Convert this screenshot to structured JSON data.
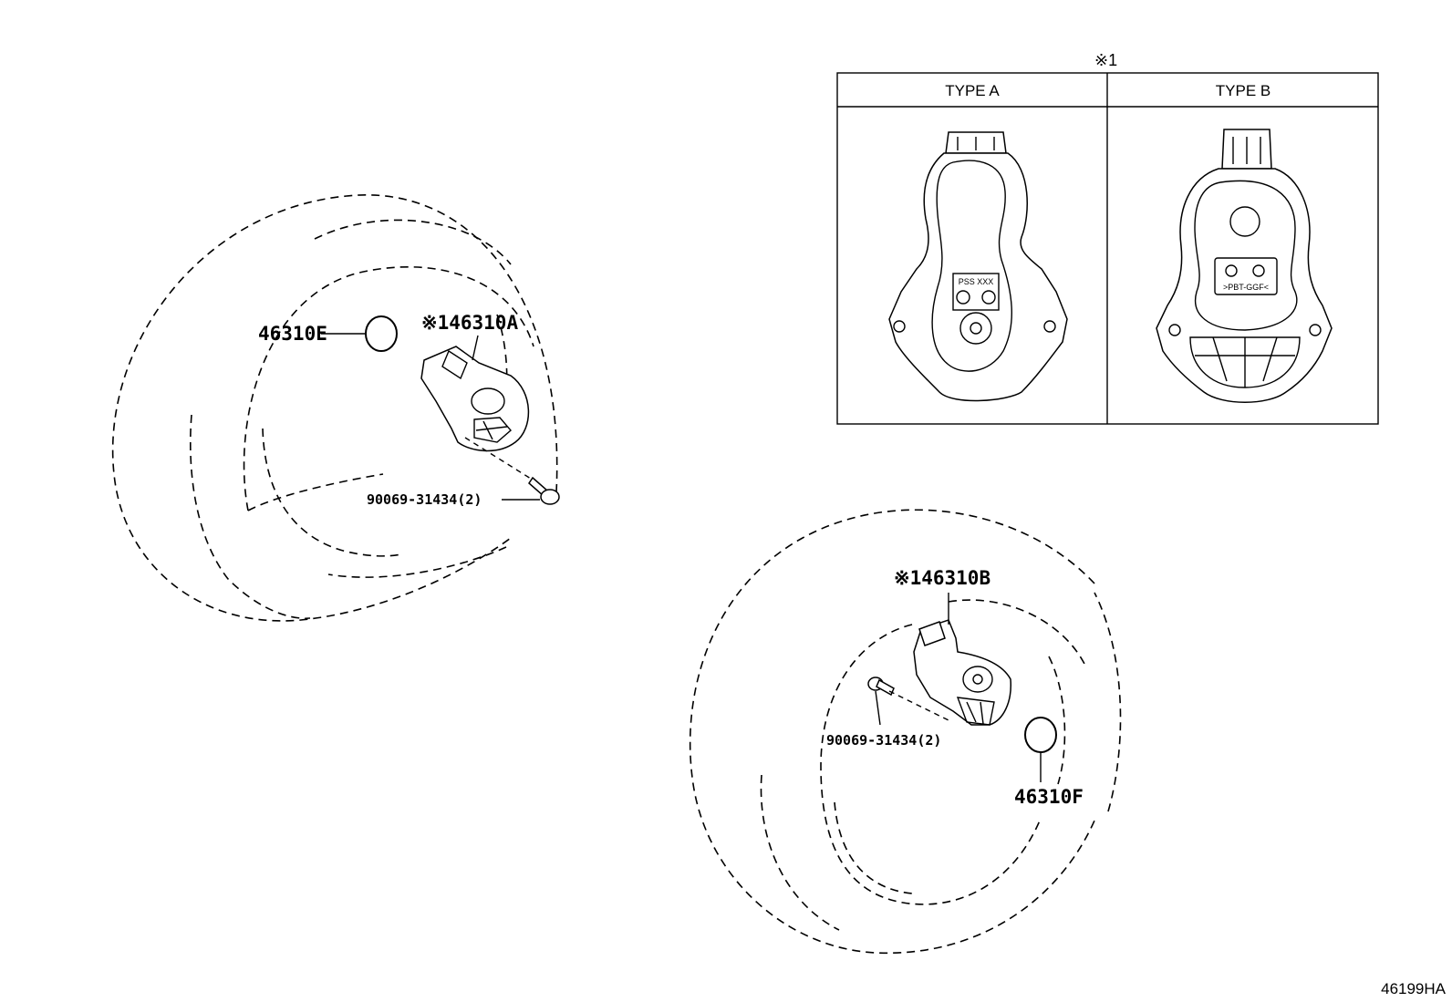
{
  "note_mark": "※1",
  "type_table": {
    "col_a": "TYPE A",
    "col_b": "TYPE B",
    "marking_a": "PSS XXX",
    "marking_b": ">PBT-GGF<"
  },
  "labels": {
    "gasket_upper": "46310E",
    "sensor_upper": "※146310A",
    "bolt_upper": "90069-31434(2)",
    "sensor_lower": "※146310B",
    "bolt_lower": "90069-31434(2)",
    "gasket_lower": "46310F"
  },
  "illustration_id": "46199HA"
}
